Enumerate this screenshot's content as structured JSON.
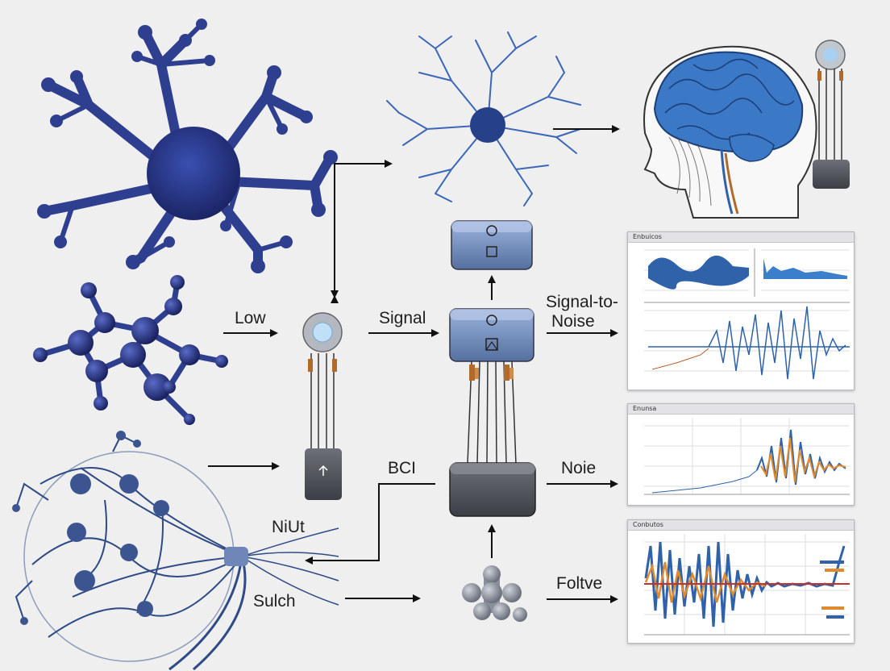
{
  "labels": {
    "low": "Low",
    "signal": "Signal",
    "snr_line1": "Signal-to-",
    "snr_line2": "Noise",
    "bci": "BCI",
    "noie": "Noie",
    "niiut": "NiUt",
    "sulch": "Sulch",
    "foltve": "Foltve"
  },
  "panels": {
    "top": {
      "title": "Enbuicos"
    },
    "middle": {
      "title": "Enunsa"
    },
    "bottom": {
      "title": "Conbutos"
    }
  },
  "colors": {
    "neuron": "#2e3f8f",
    "brain": "#3b78c6",
    "device": "#6d8fc4",
    "signal_blue": "#2f62a8",
    "signal_orange": "#e08a2e",
    "arrow": "#111111"
  }
}
